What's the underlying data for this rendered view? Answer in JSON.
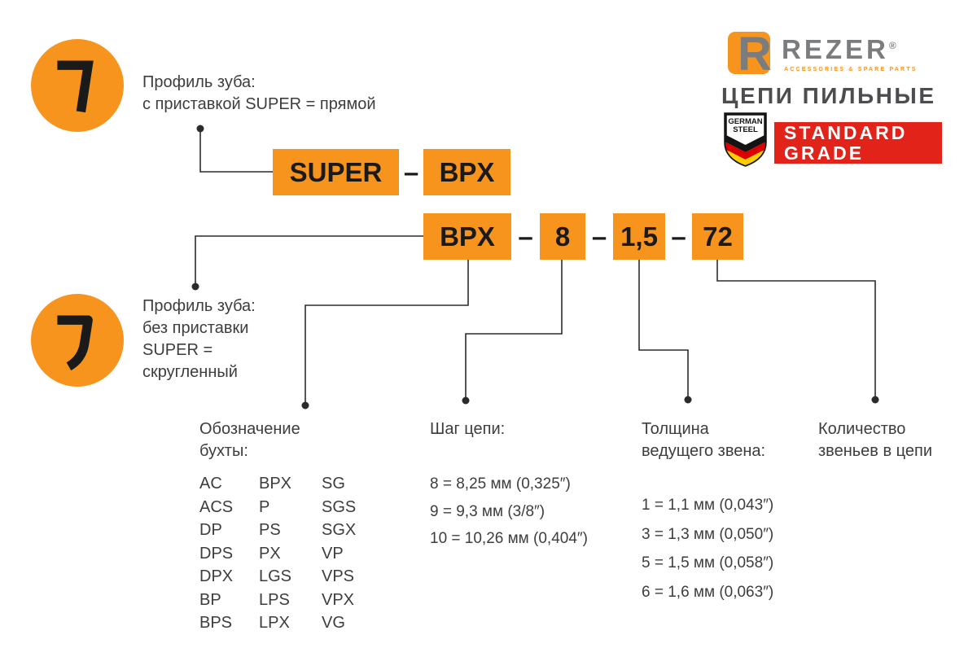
{
  "palette": {
    "orange": "#F7941E",
    "text": "#3D3D3D",
    "box_text": "#1A1A1A",
    "red": "#E2231A",
    "logo_gray": "#7B7C7E",
    "line": "#2B2B2B",
    "flag_black": "#141414",
    "flag_red": "#DD0000",
    "flag_gold": "#FFCE00"
  },
  "profile_top": {
    "line1": "Профиль зуба:",
    "line2": "с приставкой SUPER = прямой"
  },
  "profile_bottom": {
    "line1": "Профиль зуба:",
    "line2": "без приставки",
    "line3": "SUPER =",
    "line4": "скругленный"
  },
  "code_top": {
    "left": "SUPER",
    "dash": "–",
    "right": "BPX"
  },
  "code_bottom": {
    "b1": "BPX",
    "d1": "–",
    "b2": "8",
    "d2": "–",
    "b3": "1,5",
    "d3": "–",
    "b4": "72"
  },
  "columns": {
    "bukhta": {
      "title1": "Обозначение",
      "title2": "бухты:",
      "table": [
        [
          "AC",
          "BPX",
          "SG"
        ],
        [
          "ACS",
          "P",
          "SGS"
        ],
        [
          "DP",
          "PS",
          "SGX"
        ],
        [
          "DPS",
          "PX",
          "VP"
        ],
        [
          "DPX",
          "LGS",
          "VPS"
        ],
        [
          "BP",
          "LPS",
          "VPX"
        ],
        [
          "BPS",
          "LPX",
          "VG"
        ]
      ]
    },
    "pitch": {
      "title": "Шаг цепи:",
      "items": [
        "8 = 8,25 мм (0,325″)",
        "9 = 9,3 мм (3/8″)",
        "10 = 10,26 мм (0,404″)"
      ]
    },
    "gauge": {
      "title1": "Толщина",
      "title2": "ведущего звена:",
      "items": [
        "1 = 1,1 мм (0,043″)",
        "3 = 1,3 мм (0,050″)",
        "5 = 1,5 мм (0,058″)",
        "6 = 1,6 мм (0,063″)"
      ]
    },
    "links": {
      "title1": "Количество",
      "title2": "звеньев в цепи"
    }
  },
  "branding": {
    "name": "REZER",
    "reg": "®",
    "tagline": "ACCESSORIES & SPARE PARTS",
    "product": "ЦЕПИ ПИЛЬНЫЕ",
    "shield_line1": "GERMAN",
    "shield_line2": "STEEL",
    "grade_line1": "STANDARD",
    "grade_line2": "GRADE"
  }
}
